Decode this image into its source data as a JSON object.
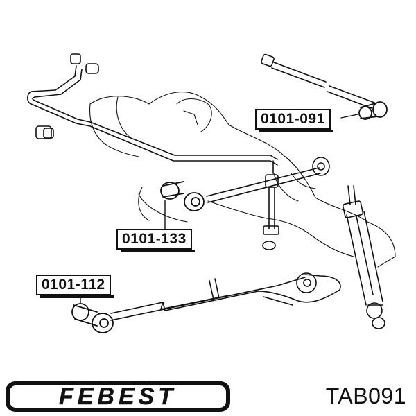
{
  "brand": {
    "name": "FEBEST"
  },
  "part_number": "TAB091",
  "callouts": [
    {
      "label": "0101-091",
      "points_to": "rear-upper-arm-bushing"
    },
    {
      "label": "0101-133",
      "points_to": "trailing-arm-front-bushing"
    },
    {
      "label": "0101-112",
      "points_to": "lower-control-arm-bushing"
    }
  ],
  "colors": {
    "ink": "#111111",
    "background": "#ffffff"
  }
}
